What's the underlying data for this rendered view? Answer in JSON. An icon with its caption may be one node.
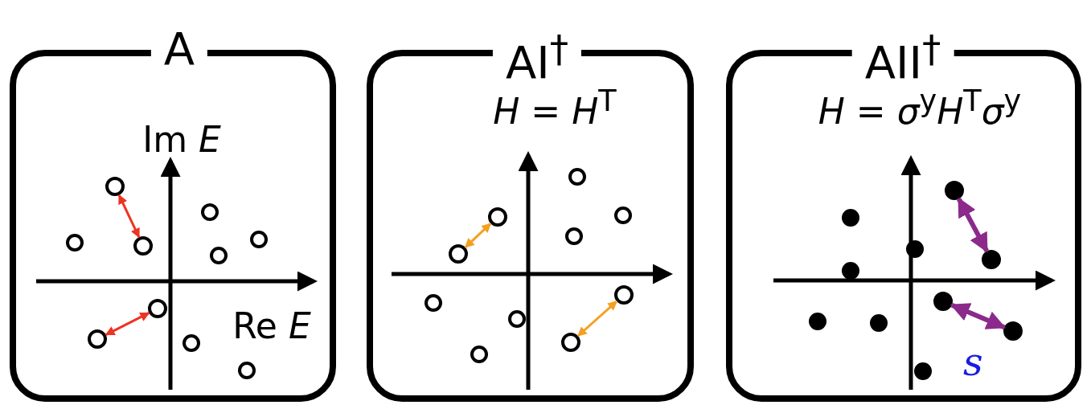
{
  "diagram": {
    "nodes": [
      {
        "text": [
          "A",
          "Im *E*",
          "Re *E*"
        ]
      },
      {
        "text": [],
        "shape": "circle",
        "in": 0
      },
      {
        "text": [],
        "shape": "circle",
        "in": 0
      },
      {
        "text": [],
        "shape": "circle",
        "in": 0
      },
      {
        "text": [],
        "shape": "circle",
        "in": 0
      },
      {
        "text": [
          "AI$^{†}$",
          "*H* = *H*$^{T}$"
        ]
      },
      {
        "text": [],
        "shape": "circle",
        "in": 5
      },
      {
        "text": [],
        "shape": "circle",
        "in": 5
      },
      {
        "text": [],
        "shape": "circle",
        "in": 5
      },
      {
        "text": [],
        "shape": "circle",
        "in": 5
      },
      {
        "text": [
          "AII$^{†}$",
          "*H* = *σ*$^{y}$*H*$^{T}$*σ*$^{y}$"
        ]
      },
      {
        "text": [],
        "shape": "circle",
        "in": 10
      },
      {
        "text": [],
        "shape": "circle",
        "in": 10
      },
      {
        "text": [],
        "shape": "circle",
        "in": 10
      },
      {
        "text": [],
        "shape": "circle",
        "in": 10
      }
    ],
    "edges": [
      {
        "from": 1,
        "to": 2,
        "arrow": "both",
        "color": "#ee3322"
      },
      {
        "from": 4,
        "to": 3,
        "arrow": "both",
        "color": "#ee3322"
      },
      {
        "from": 6,
        "to": 7,
        "arrow": "both",
        "color": "#f5a020"
      },
      {
        "from": 8,
        "to": 9,
        "arrow": "both",
        "color": "#f5a020"
      },
      {
        "from": 11,
        "to": 12,
        "arrow": "both",
        "style": "thick",
        "color": "#8b2a8b"
      },
      {
        "from": 13,
        "to": 14,
        "arrow": "both",
        "style": "thick",
        "color": "#8b2a8b",
        "label": "s"
      }
    ]
  }
}
